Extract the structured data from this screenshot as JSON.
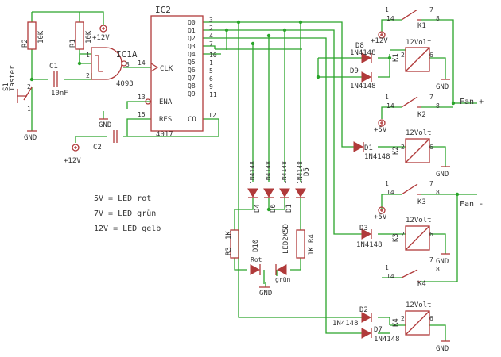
{
  "labels": {
    "taster": "Taster",
    "s1": "S1",
    "gnd": "GND",
    "r1": "R1",
    "r2": "R2",
    "r1_val": "10K",
    "r2_val": "10K",
    "c1": "C1",
    "c1_val": "10nF",
    "c2": "C2",
    "v12": "+12V",
    "v5": "+5V",
    "ic1a": "IC1A",
    "ic4093": "4093",
    "ic2": "IC2",
    "ic4017": "4017",
    "clk": "CLK",
    "ena": "ENA",
    "res": "RES",
    "co": "CO",
    "q0": "Q0",
    "q1": "Q1",
    "q2": "Q2",
    "q3": "Q3",
    "q4": "Q4",
    "q5": "Q5",
    "q6": "Q6",
    "q7": "Q7",
    "q8": "Q8",
    "q9": "Q9",
    "pin1": "1",
    "pin2": "2",
    "pin3": "3",
    "pin6": "6",
    "pin8": "8",
    "pin12": "12",
    "pin13": "13",
    "pin14": "14",
    "pin15": "15",
    "p1": "1",
    "p2": "2",
    "p3": "3",
    "p4": "4",
    "p5": "5",
    "p6": "6",
    "p7": "7",
    "p9": "9",
    "p10": "10",
    "p11": "11",
    "n4148": "1N4148",
    "d1": "D1",
    "d2": "D2",
    "d3": "D3",
    "d4": "D4",
    "d5": "D5",
    "d6": "D6",
    "d7": "D7",
    "d8": "D8",
    "d9": "D9",
    "d10": "D10",
    "r3": "R3",
    "r4": "R4",
    "r_1k": "1K",
    "led2x5d": "LED2X5D",
    "rot": "Rot",
    "grn": "grün",
    "k1": "K1",
    "k2": "K2",
    "k3": "K3",
    "k4": "K4",
    "v12volt": "12Volt",
    "fan_plus": "Fan +",
    "fan_minus": "Fan -"
  },
  "legend": {
    "line1": "5V = LED rot",
    "line2": "7V = LED grün",
    "line3": "12V = LED gelb"
  },
  "colors": {
    "wire": "#2aa52a",
    "part": "#b03a3a",
    "text": "#333333",
    "background": "#ffffff"
  }
}
